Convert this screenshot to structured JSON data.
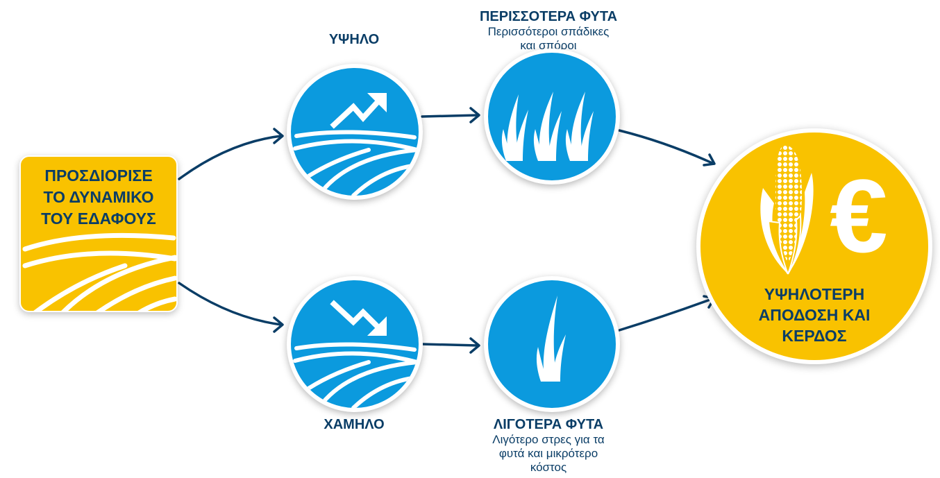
{
  "start": {
    "line1": "ΠΡΟΣΔΙΟΡΙΣΕ",
    "line2": "ΤΟ ΔΥΝΑΜΙΚΟ",
    "line3": "ΤΟΥ ΕΔΑΦΟΥΣ"
  },
  "high": {
    "label": "ΥΨΗΛΟ",
    "outcome_title": "ΠΕΡΙΣΣΟΤΕΡΑ ΦΥΤΑ",
    "outcome_line1": "Περισσότεροι σπάδικες",
    "outcome_line2": "και σπόροι"
  },
  "low": {
    "label": "ΧΑΜΗΛΟ",
    "outcome_title": "ΛΙΓΟΤΕΡΑ ΦΥΤΑ",
    "outcome_line1": "Λιγότερο στρες για τα",
    "outcome_line2": "φυτά και μικρότερο",
    "outcome_line3": "κόστος"
  },
  "result": {
    "line1": "ΥΨΗΛΟΤΕΡΗ",
    "line2": "ΑΠΟΔΟΣΗ ΚΑΙ",
    "line3": "ΚΕΡΔΟΣ",
    "currency_symbol": "€"
  },
  "colors": {
    "blue": "#0b9ade",
    "navy": "#0a3d66",
    "yellow": "#f9c200"
  },
  "icons": [
    "field-icon",
    "trend-up-icon",
    "trend-down-icon",
    "grass-icon",
    "corn-icon",
    "euro-icon"
  ]
}
